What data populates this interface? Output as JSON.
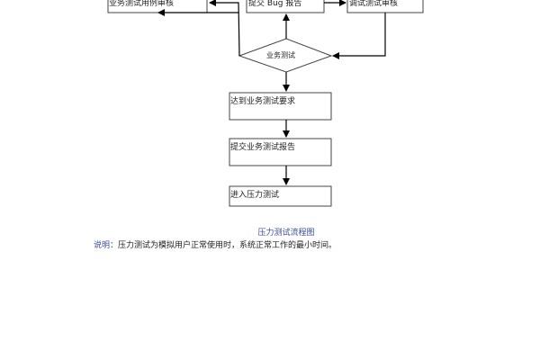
{
  "flowchart": {
    "nodes": {
      "case_review": "业务测试用例审核",
      "submit_bug": "提交 Bug 报告",
      "debug_review": "调试测试审核",
      "business_test": "业务测试",
      "meet_requirements": "达到业务测试要求",
      "submit_report": "提交业务测试报告",
      "enter_stress": "进入压力测试"
    }
  },
  "caption": "压力测试流程图",
  "description": {
    "label": "说明：",
    "text": "压力测试为模拟用户正常使用时，系统正常工作的最小时间。"
  }
}
